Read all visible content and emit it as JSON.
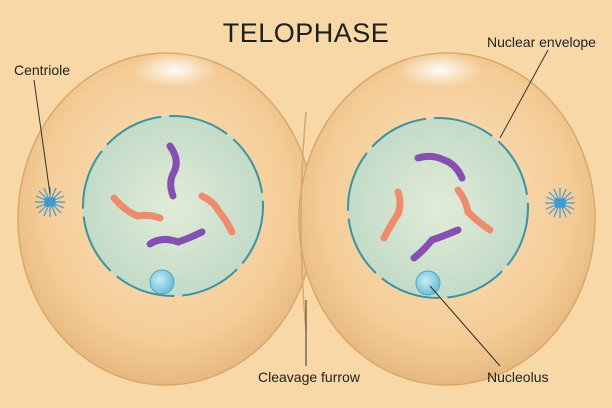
{
  "title": "TELOPHASE",
  "labels": {
    "centriole": "Centriole",
    "nuclear_envelope": "Nuclear envelope",
    "cleavage_furrow": "Cleavage furrow",
    "nucleolus": "Nucleolus"
  },
  "colors": {
    "background": "#f8d8a6",
    "cytoplasm": "#f2c78f",
    "nucleus": "#cfe0cc",
    "envelope": "#3c93a0",
    "nucleolus": "#8fd0e6",
    "chromosome_purple": "#8650b3",
    "chromosome_salmon": "#f08c6e",
    "centriole": "#3f9ad0"
  }
}
